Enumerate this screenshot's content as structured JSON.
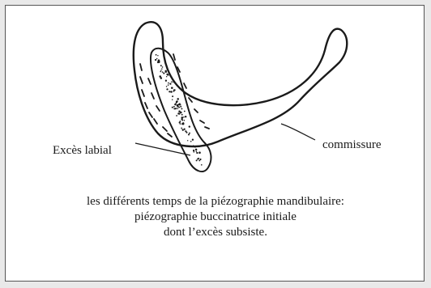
{
  "figure": {
    "labels": {
      "exces_labial": "Excès labial",
      "commissure": "commissure"
    },
    "caption": [
      "les différents temps de la piézographie mandibulaire:",
      "piézographie buccinatrice initiale",
      "dont l’excès subsiste."
    ]
  },
  "colors": {
    "ink": "#1a1a1a",
    "paper": "#ffffff",
    "background": "#e9e9e9",
    "frame_border": "#555555"
  }
}
